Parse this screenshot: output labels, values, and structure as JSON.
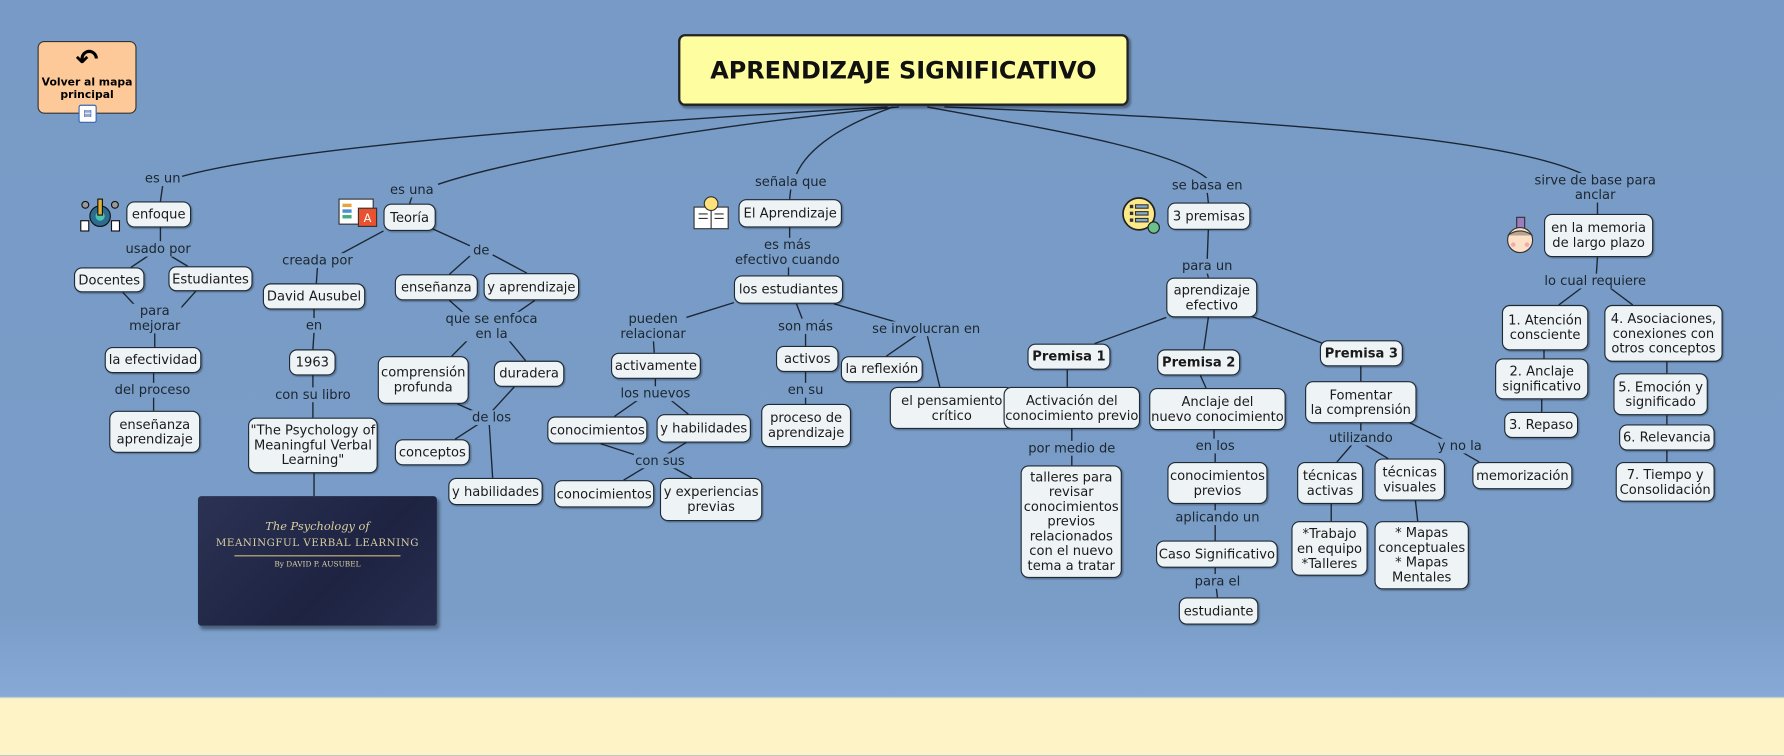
{
  "title": "APRENDIZAJE SIGNIFICATIVO",
  "back_button": {
    "label": "Volver al mapa principal",
    "icon": "undo-arrow-icon",
    "sub_icon": "concept-map-icon"
  },
  "book_cover": {
    "line1": "The Psychology of",
    "line2": "MEANINGFUL VERBAL LEARNING",
    "line3": "By DAVID P. AUSUBEL"
  },
  "nodes": [
    "enfoque",
    "Docentes",
    "Estudiantes",
    "la efectividad",
    "enseñanza\naprendizaje",
    "Teoría",
    "David Ausubel",
    "1963",
    "\"The Psychology of\nMeaningful Verbal\nLearning\"",
    "enseñanza",
    "y aprendizaje",
    "comprensión\nprofunda",
    "duradera",
    "conceptos",
    "y habilidades",
    "El Aprendizaje",
    "los estudiantes",
    "activamente",
    "conocimientos",
    "y habilidades",
    "conocimientos",
    "y experiencias\nprevias",
    "activos",
    "proceso de\naprendizaje",
    "la reflexión",
    "el pensamiento\ncrítico",
    "3 premisas",
    "aprendizaje\nefectivo",
    "Premisa 1",
    "Premisa 2",
    "Premisa 3",
    "Activación del\nconocimiento previo",
    "Anclaje del\nnuevo conocimiento",
    "Fomentar\nla comprensión",
    "talleres para\nrevisar\nconocimientos\nprevios\nrelacionados\ncon el nuevo\ntema a tratar",
    "conocimientos\nprevios",
    "Caso Significativo",
    "estudiante",
    "técnicas\nactivas",
    "técnicas\nvisuales",
    "*Trabajo\nen equipo\n*Talleres",
    "* Mapas\nconceptuales\n* Mapas\nMentales",
    "memorización",
    "en la memoria\nde largo plazo",
    "1. Atención\nconsciente",
    "2. Anclaje\nsignificativo",
    "3. Repaso",
    "4. Asociaciones,\nconexiones con\notros conceptos",
    "5. Emoción y\nsignificado",
    "6. Relevancia",
    "7. Tiempo y\nConsolidación"
  ],
  "links": [
    "es un",
    "usado por",
    "para\nmejorar",
    "del proceso",
    "es una",
    "creada por",
    "en",
    "con su libro",
    "de",
    "que se enfoca\nen la",
    "de los",
    "señala que",
    "es más\nefectivo cuando",
    "pueden\nrelacionar",
    "los nuevos",
    "con sus",
    "son más",
    "en su",
    "se involucran en",
    "se basa en",
    "para un",
    "por medio de",
    "en los",
    "aplicando un",
    "para el",
    "utilizando",
    "y no la",
    "sirve de base para\nanclar",
    "lo cual requiere"
  ],
  "colors": {
    "background": "#7a9cc7",
    "node": "#eef3f6",
    "title": "#fefea0",
    "back_button": "#fec998",
    "footer": "#fdf3c6"
  }
}
